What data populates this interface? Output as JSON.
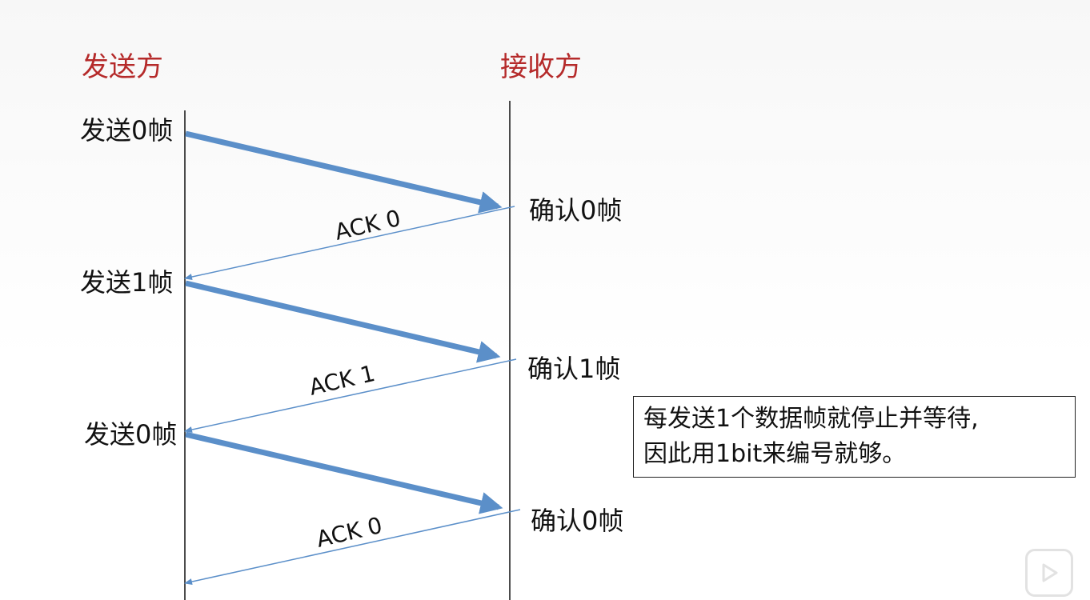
{
  "headers": {
    "sender": "发送方",
    "receiver": "接收方"
  },
  "sender_events": [
    "发送0帧",
    "发送1帧",
    "发送0帧"
  ],
  "receiver_events": [
    "确认0帧",
    "确认1帧",
    "确认0帧"
  ],
  "acks": [
    "ACK 0",
    "ACK 1",
    "ACK 0"
  ],
  "note": {
    "line1": "每发送1个数据帧就停止并等待,",
    "line2": "因此用1bit来编号就够。"
  },
  "colors": {
    "arrow": "#5b8fc9",
    "header": "#b52a2a"
  },
  "icons": {
    "watermark": "play-icon"
  }
}
